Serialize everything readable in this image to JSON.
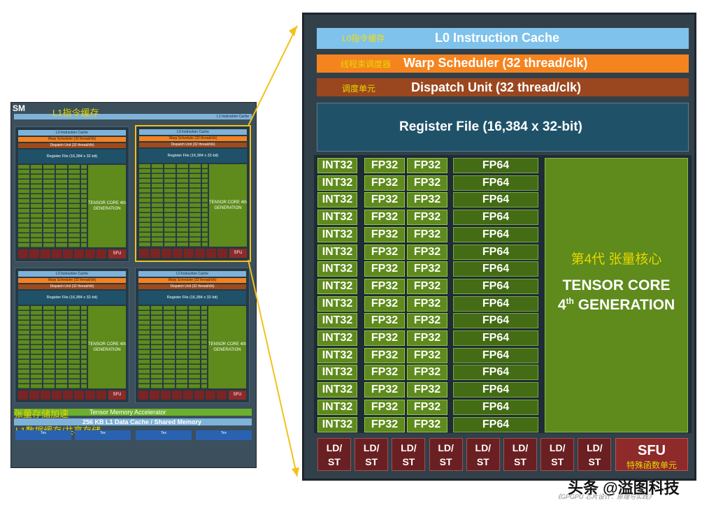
{
  "sm": {
    "title": "SM",
    "l1_instr_cn": "L1指令缓存",
    "l1_instr_en": "L1 Instruction Cache",
    "block": {
      "l0": "L0 Instruction Cache",
      "warp": "Warp Scheduler (32 thread/clk)",
      "dispatch": "Dispatch Unit (32 thread/clk)",
      "regfile": "Register File (16,384 x 32-bit)",
      "tensor": "TENSOR CORE 4th GENERATION",
      "sfu": "SFU"
    },
    "tma_cn": "张量存储加速",
    "tma_en": "Tensor Memory Accelerator",
    "l1_data_en": "256 KB L1 Data Cache / Shared Memory",
    "l1_data_cn": "L1数据缓存/共享存储",
    "tex": [
      "Tex",
      "Tex",
      "Tex",
      "Tex"
    ]
  },
  "detail": {
    "l0_cn": "L0指令缓存",
    "l0_en": "L0 Instruction Cache",
    "warp_cn": "线程束调度器",
    "warp_en": "Warp Scheduler (32 thread/clk)",
    "dispatch_cn": "调度单元",
    "dispatch_en": "Dispatch Unit (32 thread/clk)",
    "regfile": "Register File (16,384 x 32-bit)",
    "int32": "INT32",
    "fp32": "FP32",
    "fp64": "FP64",
    "rows": 16,
    "tensor_cn": "第4代 张量核心",
    "tensor_en1": "TENSOR CORE",
    "tensor_en2_num": "4",
    "tensor_en2_sup": "th",
    "tensor_en2_rest": " GENERATION",
    "ldst_top": "LD/",
    "ldst_bottom": "ST",
    "ldst_count": 8,
    "sfu_en": "SFU",
    "sfu_cn": "特殊函数单元"
  },
  "watermark": {
    "main": "头条 @溢图科技",
    "sub": "《GPGPU 芯片设计：原理与实践》"
  },
  "colors": {
    "int_fp32": "#5e8b1c",
    "fp64": "#436c14",
    "l0": "#7fc2ec",
    "warp": "#f5841f",
    "dispatch": "#9a471f",
    "regfile": "#1f5268",
    "ldst": "#6a1f22",
    "sfu": "#8e2a2a",
    "callout": "#e6d700"
  }
}
